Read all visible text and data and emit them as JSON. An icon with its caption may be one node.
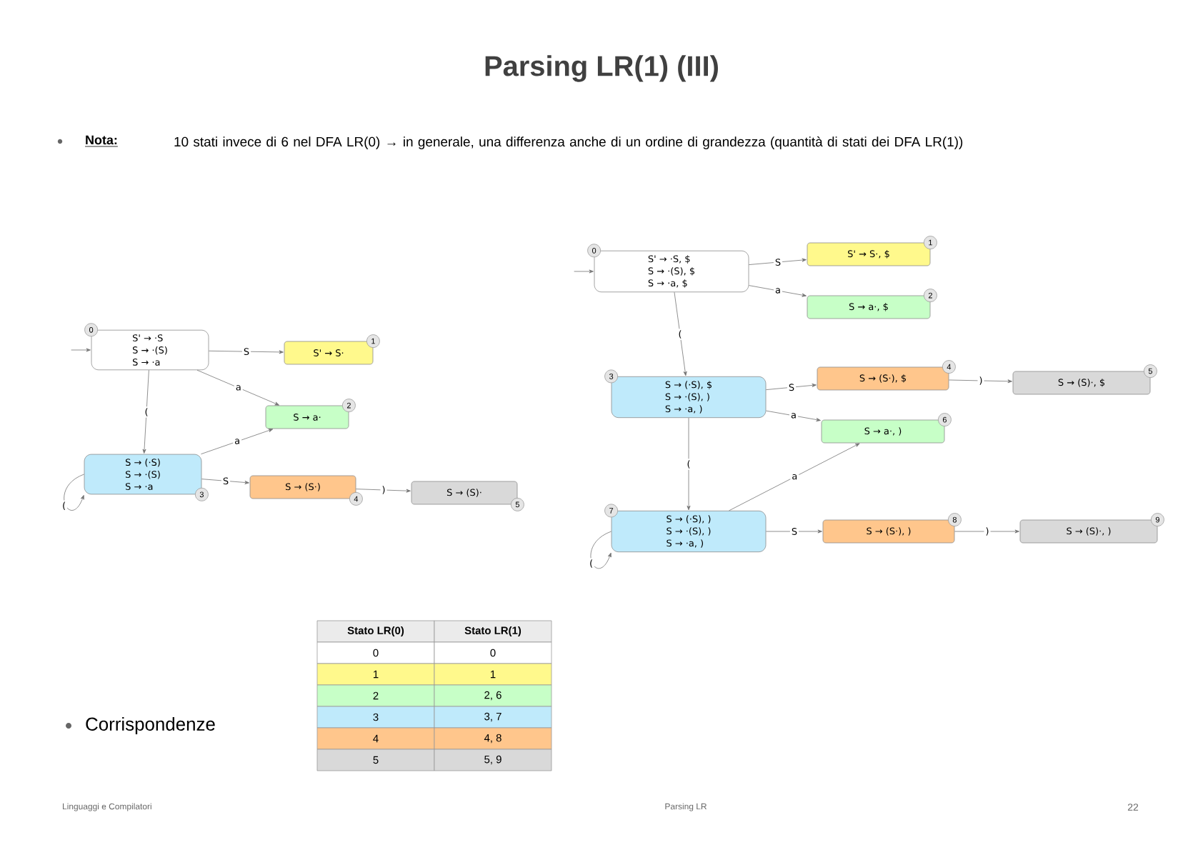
{
  "diagram": {
    "title": "Parsing LR(1) (III)",
    "nodes": [
      {
        "text": [
          "S' → ·S",
          "S → ·(S)",
          "S → ·a"
        ],
        "beside": [
          "0"
        ]
      },
      {
        "text": [
          "S' → S·"
        ],
        "beside": [
          "1"
        ]
      },
      {
        "text": [
          "S → a·"
        ],
        "beside": [
          "2"
        ]
      },
      {
        "text": [
          "S → (·S)",
          "S → ·(S)",
          "S → ·a"
        ],
        "beside": [
          "3"
        ]
      },
      {
        "text": [
          "S → (S·)"
        ],
        "beside": [
          "4"
        ]
      },
      {
        "text": [
          "S → (S)·"
        ],
        "beside": [
          "5"
        ]
      },
      {
        "text": [
          "S' → ·S, $",
          "S → ·(S), $",
          "S → ·a, $"
        ],
        "beside": [
          "0"
        ]
      },
      {
        "text": [
          "S' → S·, $"
        ],
        "beside": [
          "1"
        ]
      },
      {
        "text": [
          "S → a·, $"
        ],
        "beside": [
          "2"
        ]
      },
      {
        "text": [
          "S → (·S), $",
          "S → ·(S), )",
          "S → ·a, )"
        ],
        "beside": [
          "3"
        ]
      },
      {
        "text": [
          "S → (S·), $"
        ],
        "beside": [
          "4"
        ]
      },
      {
        "text": [
          "S → (S)·, $"
        ],
        "beside": [
          "5"
        ]
      },
      {
        "text": [
          "S → a·, )"
        ],
        "beside": [
          "6"
        ]
      },
      {
        "text": [
          "S → (·S), )",
          "S → ·(S), )",
          "S → ·a, )"
        ],
        "beside": [
          "7"
        ]
      },
      {
        "text": [
          "S → (S·), )"
        ],
        "beside": [
          "8"
        ]
      },
      {
        "text": [
          "S → (S)·, )"
        ],
        "beside": [
          "9"
        ]
      }
    ],
    "edges": [
      {
        "from": null,
        "to": 0,
        "arrow": "to"
      },
      {
        "from": 0,
        "to": 1,
        "arrow": "to",
        "label": "S"
      },
      {
        "from": 0,
        "to": 2,
        "arrow": "to",
        "label": "a"
      },
      {
        "from": 0,
        "to": 3,
        "arrow": "to",
        "label": "("
      },
      {
        "from": 3,
        "to": 2,
        "arrow": "to",
        "label": "a"
      },
      {
        "from": 3,
        "to": 3,
        "arrow": "to",
        "label": "("
      },
      {
        "from": 3,
        "to": 4,
        "arrow": "to",
        "label": "S"
      },
      {
        "from": 4,
        "to": 5,
        "arrow": "to",
        "label": ")"
      },
      {
        "from": null,
        "to": 6,
        "arrow": "to"
      },
      {
        "from": 6,
        "to": 7,
        "arrow": "to",
        "label": "S"
      },
      {
        "from": 6,
        "to": 8,
        "arrow": "to",
        "label": "a"
      },
      {
        "from": 6,
        "to": 9,
        "arrow": "to",
        "label": "("
      },
      {
        "from": 9,
        "to": 10,
        "arrow": "to",
        "label": "S"
      },
      {
        "from": 9,
        "to": 12,
        "arrow": "to",
        "label": "a"
      },
      {
        "from": 9,
        "to": 13,
        "arrow": "to",
        "label": "("
      },
      {
        "from": 10,
        "to": 11,
        "arrow": "to",
        "label": ")"
      },
      {
        "from": 13,
        "to": 12,
        "arrow": "to",
        "label": "a"
      },
      {
        "from": 13,
        "to": 13,
        "arrow": "to",
        "label": "("
      },
      {
        "from": 13,
        "to": 14,
        "arrow": "to",
        "label": "S"
      },
      {
        "from": 14,
        "to": 15,
        "arrow": "to",
        "label": ")"
      }
    ],
    "labels": [
      "Nota:",
      "10 stati invece di 6 nel DFA LR(0) → in generale, una differenza anche di un ordine di grandezza (quantità di stati dei DFA LR(1))",
      "Corrispondenze",
      "Stato LR(0)",
      "Stato LR(1)",
      "0",
      "0",
      "1",
      "1",
      "2",
      "2, 6",
      "3",
      "3, 7",
      "4",
      "4, 8",
      "5",
      "5, 9",
      "Linguaggi e Compilatori",
      "Parsing LR",
      "22"
    ]
  }
}
